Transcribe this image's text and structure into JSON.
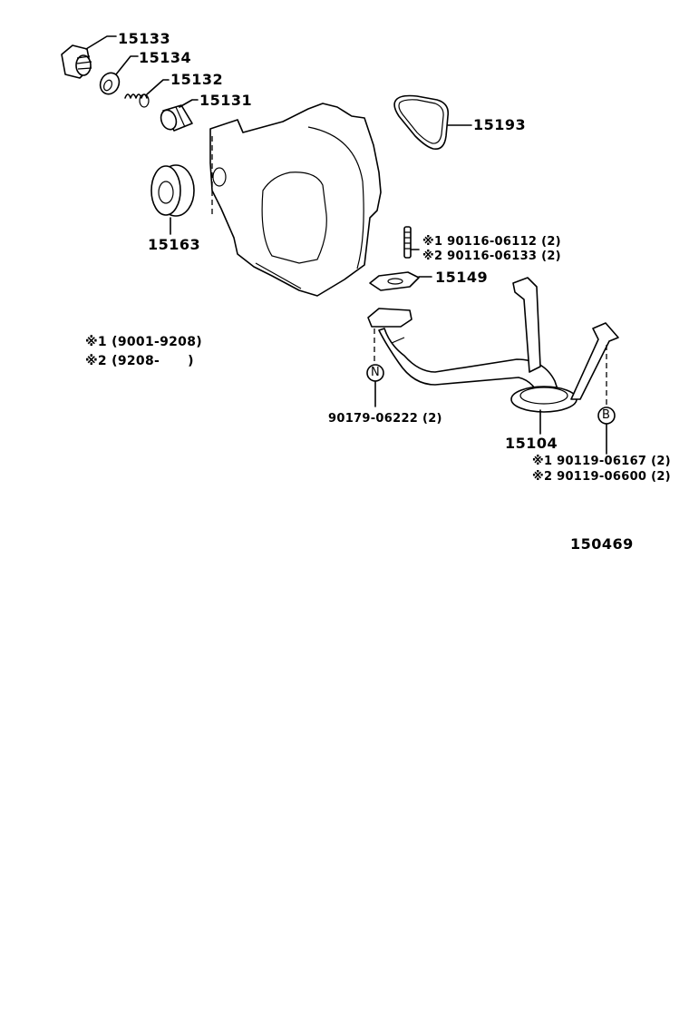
{
  "diagram": {
    "title": "Oil pump / timing cover exploded parts diagram",
    "figure_number": "150469",
    "parts": [
      {
        "id": "p15133",
        "number": "15133"
      },
      {
        "id": "p15134",
        "number": "15134"
      },
      {
        "id": "p15132",
        "number": "15132"
      },
      {
        "id": "p15131",
        "number": "15131"
      },
      {
        "id": "p15193",
        "number": "15193"
      },
      {
        "id": "p15163",
        "number": "15163"
      },
      {
        "id": "p15149",
        "number": "15149"
      },
      {
        "id": "p15104",
        "number": "15104"
      }
    ],
    "stud_callout": {
      "line1": "※1 90116-06112 (2)",
      "line2": "※2 90116-06133 (2)"
    },
    "bolt_b_callout": {
      "marker": "B",
      "line1": "※1 90119-06167 (2)",
      "line2": "※2 90119-06600 (2)"
    },
    "nut_n_callout": {
      "marker": "N",
      "text": "90179-06222 (2)"
    },
    "legend": {
      "line1": "※1 (9001-9208)",
      "line2": "※2 (9208-      )"
    }
  }
}
